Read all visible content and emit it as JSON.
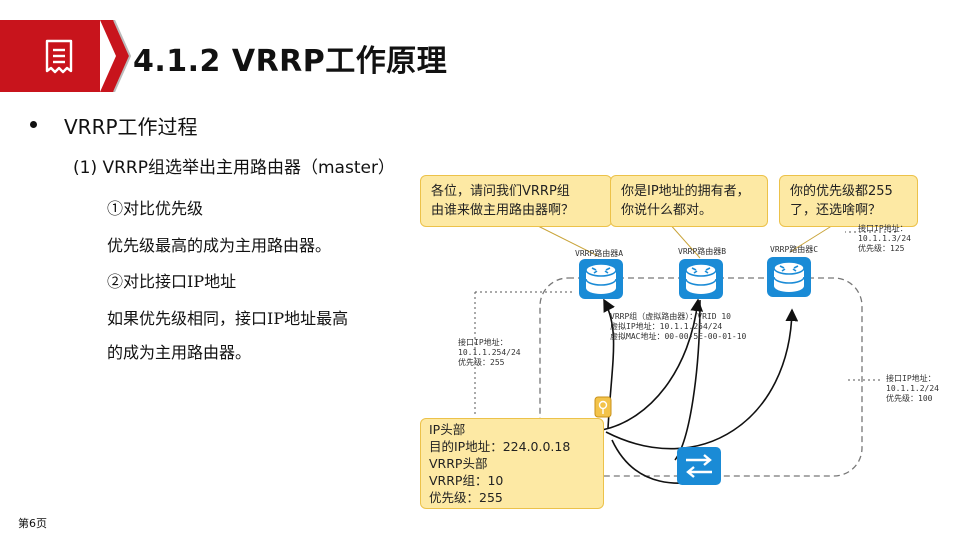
{
  "header": {
    "title": "4.1.2 VRRP工作原理",
    "icon": "document-list-icon",
    "accent_color": "#c8141c"
  },
  "content": {
    "bullet": "VRRP工作过程",
    "subheading": "(1) VRRP组选举出主用路由器（master）",
    "lines": [
      "①对比优先级",
      "优先级最高的成为主用路由器。",
      "②对比接口IP地址",
      "如果优先级相同，接口IP地址最高",
      "的成为主用路由器。"
    ]
  },
  "diagram": {
    "callouts": [
      "各位，请问我们VRRP组\n由谁来做主用路由器啊？",
      "你是IP地址的拥有者，\n你说什么都对。",
      "你的优先级都255\n了，还选啥啊？"
    ],
    "routers": [
      "VRRP路由器A",
      "VRRP路由器B",
      "VRRP路由器C"
    ],
    "group_info": "VRRP组（虚拟路由器）：VRID 10\n虚拟IP地址：10.1.1.254/24\n虚拟MAC地址：00-00-5E-00-01-10",
    "router_a_info": "接口IP地址：\n10.1.1.254/24\n优先级：255",
    "router_c_info": "接口IP地址：\n10.1.1.3/24\n优先级：125",
    "router_b_info": "接口IP地址：\n10.1.1.2/24\n优先级：100",
    "packet": [
      "IP头部",
      "目的IP地址：224.0.0.18",
      "VRRP头部",
      "VRRP组：10",
      "优先级：255"
    ],
    "colors": {
      "router": "#1a8bd6",
      "callout_fill": "#fde9a4",
      "callout_border": "#ecc24a"
    }
  },
  "footer": {
    "page": "第6页"
  }
}
